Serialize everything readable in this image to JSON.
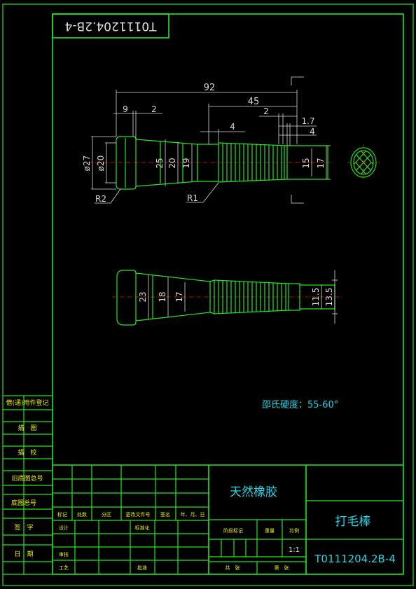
{
  "drawing_number": "T0111204.2B-4",
  "note": "邵氏硬度：55-60°",
  "material": "天然橡胶",
  "part_name": "打毛棒",
  "scale": "1:1",
  "side_labels": [
    "借(通)用件登记",
    "描　图",
    "描　校",
    "旧底图总号",
    "底图总号",
    "签　字",
    "日　期"
  ],
  "title_headers": {
    "mark": "标记",
    "count": "处数",
    "zone": "分区",
    "doc": "更改文件号",
    "sign": "签名",
    "date": "年、月、日"
  },
  "title_roles": {
    "design": "设计",
    "standard": "标准化",
    "review": "审核",
    "process": "工艺",
    "approve": "批准"
  },
  "title_stage": {
    "stage": "阶段标记",
    "weight": "重量",
    "scale": "比例",
    "total": "共　张",
    "sheet": "第　张"
  },
  "view1_dims": {
    "d92": "92",
    "d45": "45",
    "d9": "9",
    "d2a": "2",
    "d2b": "2",
    "d4a": "4",
    "d1_7": "1.7",
    "d4b": "4",
    "d27": "ø27",
    "d20a": "ø20",
    "d25": "25",
    "d20b": "20",
    "d19": "19",
    "d15": "15",
    "d17": "17",
    "r2": "R2",
    "r1": "R1"
  },
  "view2_dims": {
    "d23": "23",
    "d18": "18",
    "d17": "17",
    "d11_5": "11.5",
    "d13_5": "13.5"
  }
}
